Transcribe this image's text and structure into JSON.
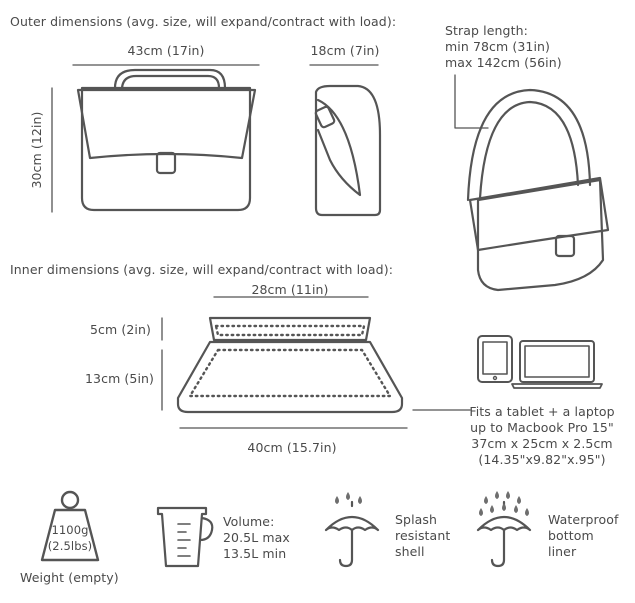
{
  "outer": {
    "heading": "Outer dimensions (avg. size, will expand/contract with load):",
    "width_label": "43cm (17in)",
    "depth_label": "18cm (7in)",
    "height_label": "30cm (12in)"
  },
  "strap": {
    "line1": "Strap length:",
    "line2": "min 78cm (31in)",
    "line3": "max 142cm (56in)"
  },
  "inner": {
    "heading": "Inner dimensions (avg. size, will expand/contract with load):",
    "top_label": "28cm (11in)",
    "lid_label": "5cm (2in)",
    "body_label": "13cm (5in)",
    "bottom_label": "40cm (15.7in)"
  },
  "laptop": {
    "line1": "Fits a tablet + a laptop",
    "line2": "up to Macbook Pro 15\"",
    "line3": "37cm x 25cm x 2.5cm",
    "line4": "(14.35\"x9.82\"x.95\")"
  },
  "weight": {
    "value": "1100g",
    "value_alt": "(2.5lbs)",
    "caption": "Weight (empty)"
  },
  "volume": {
    "line1": "Volume:",
    "line2": "20.5L max",
    "line3": "13.5L min"
  },
  "splash": {
    "line1": "Splash",
    "line2": "resistant",
    "line3": "shell"
  },
  "waterproof": {
    "line1": "Waterproof",
    "line2": "bottom",
    "line3": "liner"
  },
  "colors": {
    "stroke": "#555555",
    "text": "#4a4a4a",
    "drop": "#6e6e6e"
  }
}
